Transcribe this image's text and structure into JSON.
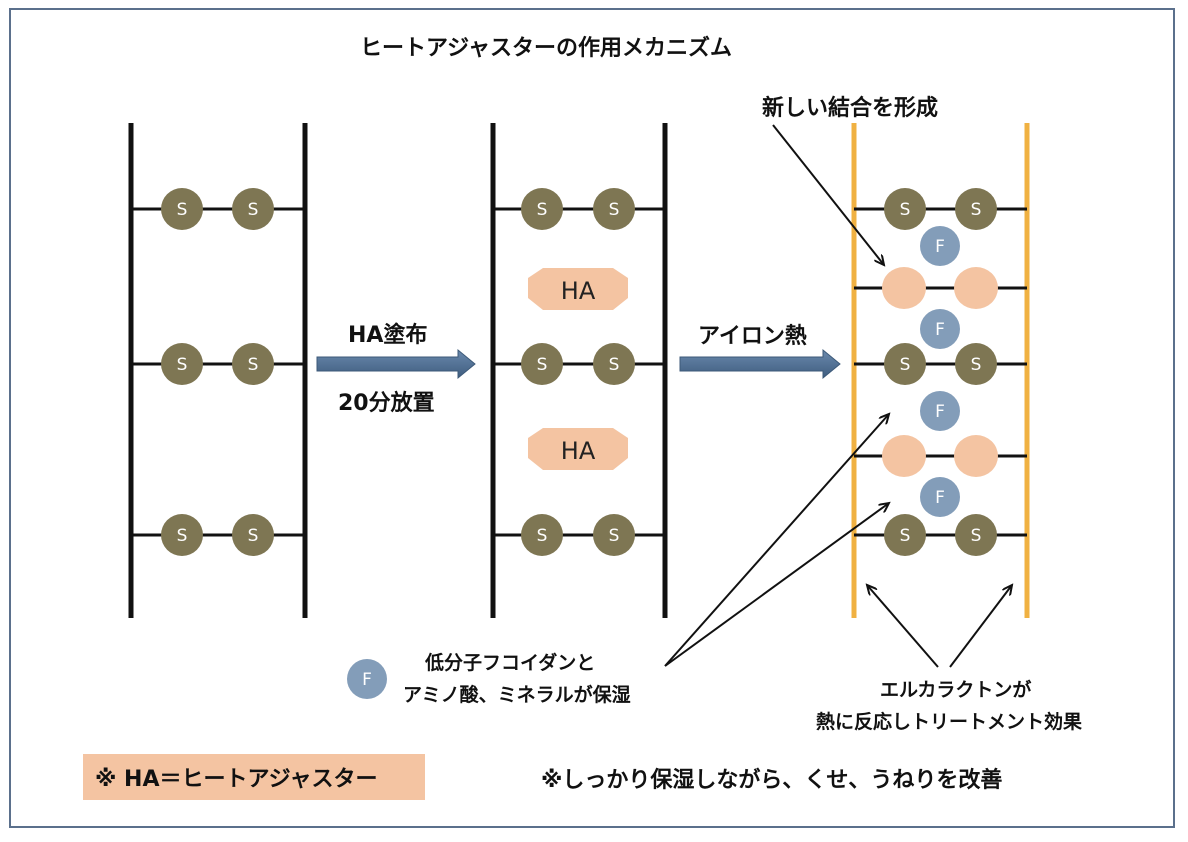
{
  "title": "ヒートアジャスターの作用メカニズム",
  "step1": {
    "line1": "HA塗布",
    "line2": "20分放置"
  },
  "step2": "アイロン熱",
  "new_bond": "新しい結合を形成",
  "legend_f": {
    "symbol": "F",
    "line1": "低分子フコイダンと",
    "line2": "アミノ酸、ミネラルが保湿"
  },
  "erl": {
    "line1": "エルカラクトンが",
    "line2": "熱に反応しトリートメント効果"
  },
  "s_label": "S",
  "ha_label": "HA",
  "f_label": "F",
  "note_ha": "※ HA＝ヒートアジャスター",
  "note_effect": "※しっかり保湿しながら、くせ、うねりを改善",
  "colors": {
    "border": "#5b708c",
    "rail_black": "#111111",
    "rail_orange": "#f0b142",
    "s_ball": "#7e7653",
    "ha_blob": "#f4c4a2",
    "f_ball": "#839db9",
    "arrow": "#4e6d8f",
    "note_bg": "#f4c4a2"
  }
}
